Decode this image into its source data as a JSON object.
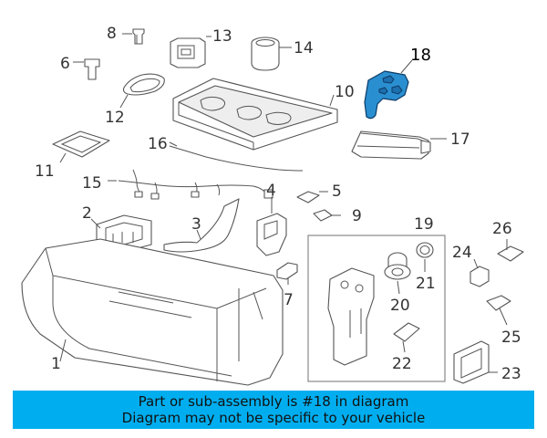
{
  "diagram": {
    "highlighted_part": "18",
    "highlight_color": "#2a8fd0",
    "callouts": {
      "p1": "1",
      "p2": "2",
      "p3": "3",
      "p4": "4",
      "p5": "5",
      "p6": "6",
      "p7": "7",
      "p8": "8",
      "p9": "9",
      "p10": "10",
      "p11": "11",
      "p12": "12",
      "p13": "13",
      "p14": "14",
      "p15": "15",
      "p16": "16",
      "p17": "17",
      "p18": "18",
      "p19": "19",
      "p20": "20",
      "p21": "21",
      "p22": "22",
      "p23": "23",
      "p24": "24",
      "p25": "25",
      "p26": "26"
    }
  },
  "banner": {
    "line1": "Part or sub-assembly is #18 in diagram",
    "line2": "Diagram may not be specific to your vehicle",
    "background": "#00aeef"
  }
}
